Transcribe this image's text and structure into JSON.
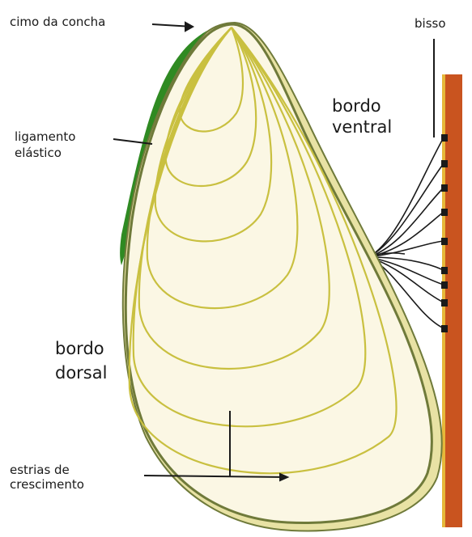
{
  "labels": {
    "cimo": "cimo da concha",
    "bisso": "bisso",
    "ligamento_1": "ligamento",
    "ligamento_2": "elástico",
    "bordo_ventral_1": "bordo",
    "bordo_ventral_2": "ventral",
    "bordo_dorsal_1": "bordo",
    "bordo_dorsal_2": "dorsal",
    "estrias_1": "estrias de",
    "estrias_2": "crescimento"
  },
  "colors": {
    "shell_fill": "#fbf7e4",
    "shell_rim": "#6f7a3a",
    "growth_lines": "#c9c040",
    "ligament": "#2f8a22",
    "substrate": "#c9541f",
    "substrate_edge": "#e6b83a",
    "byssus": "#1a1a1a",
    "pointer": "#1a1a1a"
  }
}
